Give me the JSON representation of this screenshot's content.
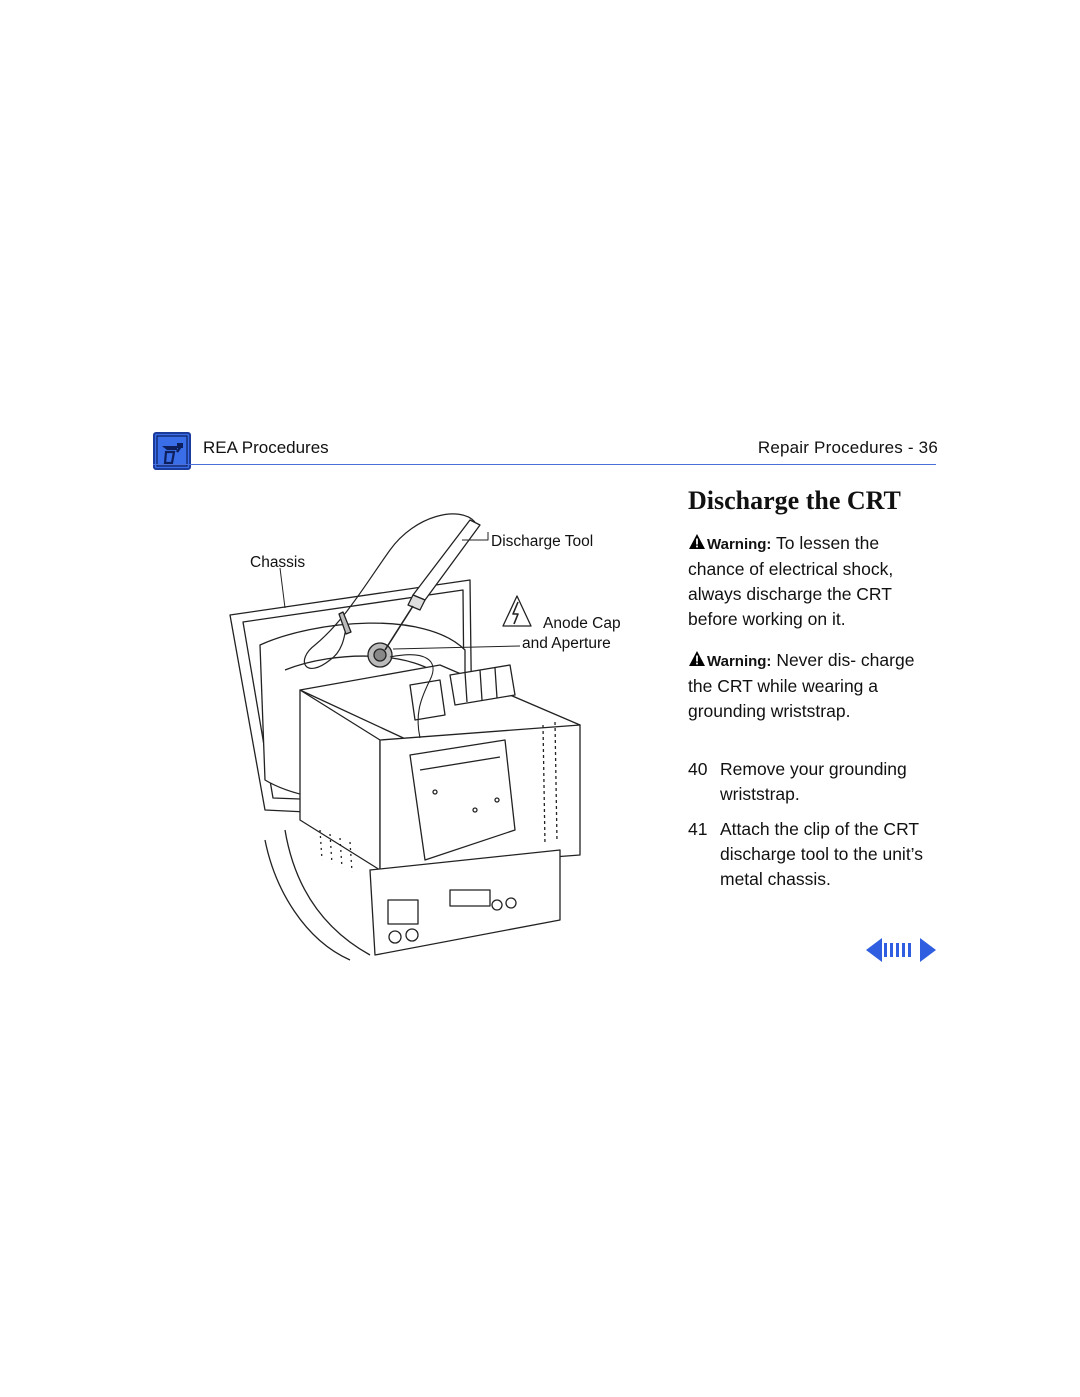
{
  "header": {
    "section_title": "REA Procedures",
    "page_label": "Repair Procedures - 36",
    "rule_color": "#4a6fd9",
    "logo_icon": "toolbox-icon",
    "logo_color": "#3a6ee8"
  },
  "title": "Discharge the CRT",
  "warnings": [
    {
      "label": "Warning:",
      "text": "To lessen the chance of electrical shock, always discharge the CRT before working on it."
    },
    {
      "label": "Warning:",
      "text": "Never dis- charge the CRT while wearing a grounding wriststrap."
    }
  ],
  "steps": [
    {
      "number": "40",
      "text": "Remove your grounding wriststrap."
    },
    {
      "number": "41",
      "text": "Attach the clip of the CRT discharge tool to the unit’s metal chassis."
    }
  ],
  "figure": {
    "callouts": {
      "discharge_tool": "Discharge Tool",
      "chassis": "Chassis",
      "anode_line1": "Anode Cap",
      "anode_line2": "and Aperture"
    }
  },
  "nav": {
    "icon": "page-navigation-arrows-icon",
    "color": "#2f5fe0"
  }
}
